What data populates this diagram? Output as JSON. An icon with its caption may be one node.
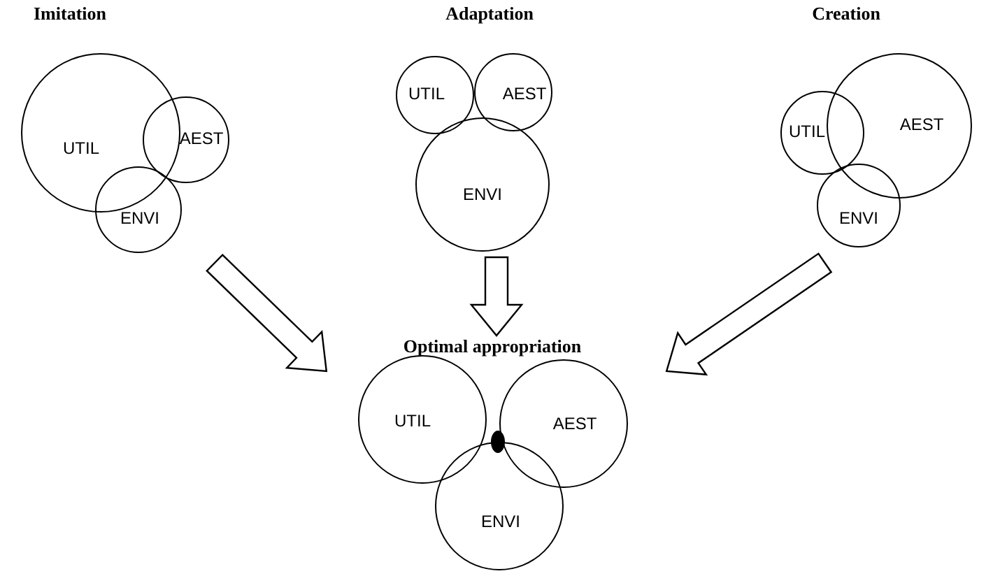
{
  "diagram": {
    "nodes": [
      {
        "text": [
          "Imitation"
        ]
      },
      {
        "text": [
          "UTIL"
        ],
        "in": 0
      },
      {
        "text": [
          "AEST"
        ],
        "in": 0
      },
      {
        "text": [
          "ENVI"
        ],
        "in": 0
      },
      {
        "text": [
          "Adaptation"
        ]
      },
      {
        "text": [
          "UTIL"
        ],
        "in": 4
      },
      {
        "text": [
          "AEST"
        ],
        "in": 4
      },
      {
        "text": [
          "ENVI"
        ],
        "in": 4
      },
      {
        "text": [
          "Creation"
        ]
      },
      {
        "text": [
          "UTIL"
        ],
        "in": 8
      },
      {
        "text": [
          "AEST"
        ],
        "in": 8
      },
      {
        "text": [
          "ENVI"
        ],
        "in": 8
      },
      {
        "text": [
          "Optimal appropriation"
        ]
      },
      {
        "text": [
          "UTIL"
        ],
        "in": 12
      },
      {
        "text": [
          "AEST"
        ],
        "in": 12
      },
      {
        "text": [
          "ENVI"
        ],
        "in": 12
      },
      {
        "text": [],
        "shape": "circle",
        "in": 12
      }
    ],
    "edges": [
      {
        "from": 0,
        "to": 12,
        "arrow": "to"
      },
      {
        "from": 4,
        "to": 12,
        "arrow": "to"
      },
      {
        "from": 8,
        "to": 12,
        "arrow": "to"
      }
    ]
  }
}
